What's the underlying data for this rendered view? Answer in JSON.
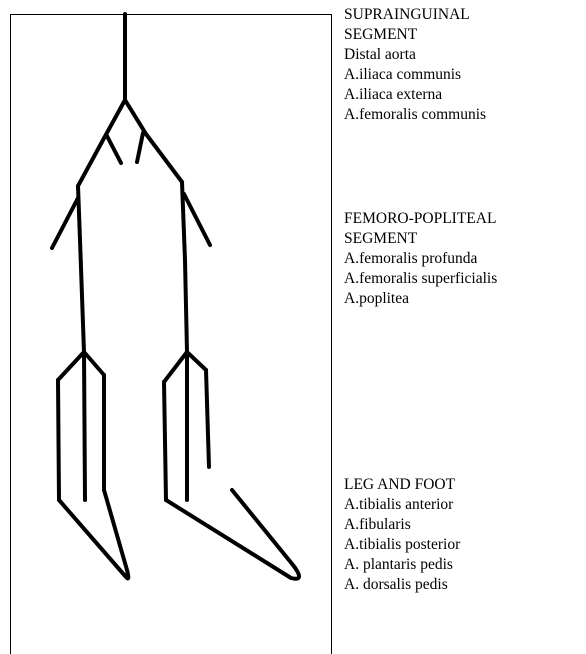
{
  "diagram": {
    "sections": [
      {
        "heading": [
          "SUPRAINGUINAL",
          "SEGMENT"
        ],
        "items": [
          "Distal aorta",
          "A.iliaca communis",
          "A.iliaca externa",
          "A.femoralis communis"
        ]
      },
      {
        "heading": [
          "FEMORO-POPLITEAL",
          "SEGMENT"
        ],
        "items": [
          "A.femoralis profunda",
          "A.femoralis superficialis",
          "A.poplitea"
        ]
      },
      {
        "heading": [
          "LEG AND FOOT"
        ],
        "items": [
          "A.tibialis anterior",
          "A.fibularis",
          "A.tibialis posterior",
          "A. plantaris pedis",
          "A. dorsalis pedis"
        ]
      }
    ],
    "colors": {
      "line": "#000000",
      "background": "#ffffff"
    }
  }
}
